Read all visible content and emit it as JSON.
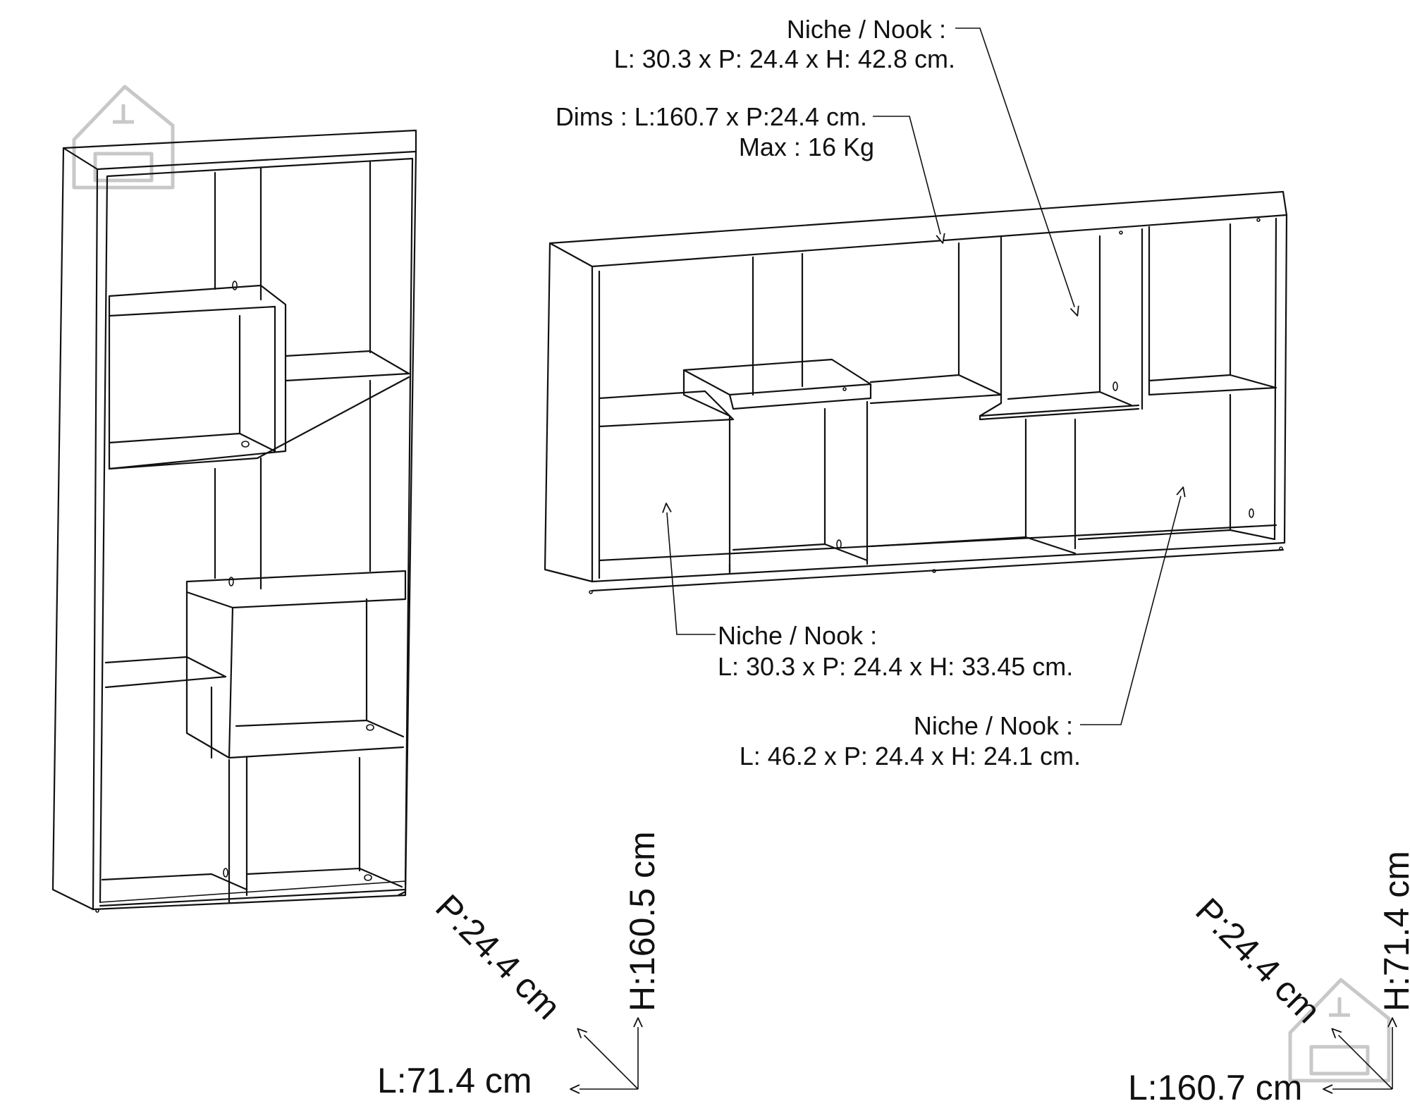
{
  "annotations": {
    "top_nook_title": "Niche / Nook :",
    "top_nook_dims": "L: 30.3 x P: 24.4 x H: 42.8 cm.",
    "overall_dims": "Dims : L:160.7 x P:24.4 cm.",
    "max_load": "Max : 16 Kg",
    "mid_nook_title": "Niche / Nook :",
    "mid_nook_dims": "L: 30.3 x P: 24.4 x H: 33.45 cm.",
    "low_nook_title": "Niche / Nook :",
    "low_nook_dims": "L: 46.2 x P: 24.4 x H: 24.1 cm."
  },
  "vertical_dimensions": {
    "height": "H:160.5 cm",
    "depth": "P:24.4 cm",
    "length": "L:71.4 cm"
  },
  "horizontal_dimensions": {
    "height": "H:71.4 cm",
    "depth": "P:24.4 cm",
    "length": "L:160.7 cm"
  },
  "icons": [
    "house-sofa-logo-icon",
    "axis-arrows-icon"
  ]
}
